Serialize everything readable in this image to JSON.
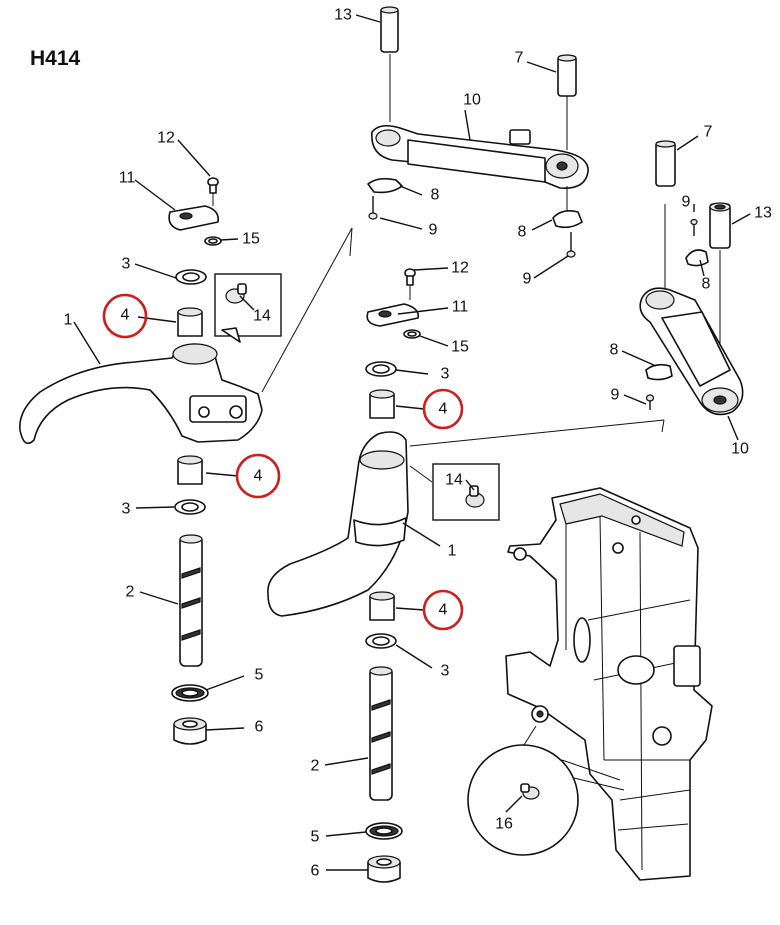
{
  "figure": {
    "code": "H414",
    "highlight_color": "#cc1f1f",
    "line_color": "#111111",
    "background": "#ffffff"
  },
  "callouts": {
    "c1": "13",
    "c2": "7",
    "c3": "10",
    "c4": "12",
    "c5": "11",
    "c6": "8",
    "c7": "15",
    "c8": "9",
    "c9": "7",
    "c10": "9",
    "c11": "13",
    "c12": "3",
    "c13": "4",
    "c14": "14",
    "c15": "1",
    "c16": "8",
    "c17": "8",
    "c18": "9",
    "c19": "12",
    "c20": "11",
    "c21": "15",
    "c22": "3",
    "c23": "4",
    "c24": "8",
    "c25": "9",
    "c26": "10",
    "c27": "4",
    "c28": "3",
    "c29": "14",
    "c30": "1",
    "c31": "2",
    "c32": "4",
    "c33": "5",
    "c34": "3",
    "c35": "6",
    "c36": "2",
    "c37": "5",
    "c38": "6",
    "c39": "16"
  }
}
